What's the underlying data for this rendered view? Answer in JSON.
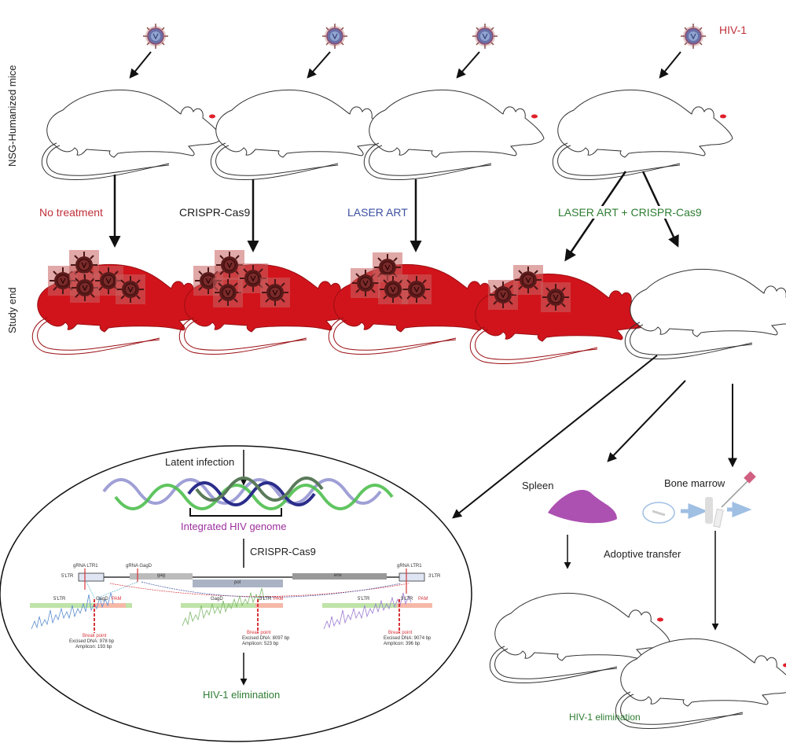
{
  "figure": {
    "row_labels": {
      "top": "NSG-Humanized mice",
      "bottom": "Study end"
    },
    "virus_label": "HIV-1",
    "groups": [
      {
        "label": "No treatment",
        "color": "#c0303a",
        "outcome": "infected",
        "virus_count": 5
      },
      {
        "label": "CRISPR-Cas9",
        "color": "#1a1a1a",
        "outcome": "infected",
        "virus_count": 5
      },
      {
        "label": "LASER ART",
        "color": "#3b4fa0",
        "outcome": "infected",
        "virus_count": 4
      },
      {
        "label": "LASER ART + CRISPR-Cas9",
        "color": "#2e7d32",
        "outcomes": [
          {
            "outcome": "infected",
            "virus_count": 3
          },
          {
            "outcome": "cleared",
            "virus_count": 0
          }
        ]
      }
    ],
    "inset": {
      "latent_label": "Latent infection",
      "genome_label": "Integrated HIV genome",
      "crispr_label": "CRISPR-Cas9",
      "result_label": "HIV-1 elimination",
      "gene_map": {
        "gRNA_left": "gRNA LTR1",
        "gRNA_gag": "gRNA GagD",
        "gRNA_right": "gRNA LTR1",
        "ltr_left": "5'LTR",
        "ltr_right": "3'LTR",
        "genes": [
          "gag",
          "pol",
          "env"
        ]
      },
      "chromatograms": [
        {
          "left_tag": "5'LTR",
          "mid_tag": "GagD",
          "pam": "PAM",
          "break": "Break point",
          "excised": "Excised DNA: 978 bp",
          "amplicon": "Amplicon: 193 bp"
        },
        {
          "left_tag": "GagD",
          "mid_tag": "3'LTR",
          "pam": "PAM",
          "break": "Break point",
          "excised": "Excised DNA: 8097 bp",
          "amplicon": "Amplicon: 523 bp"
        },
        {
          "left_tag": "5'LTR",
          "mid_tag": "3'LTR",
          "pam": "PAM",
          "break": "Break point",
          "excised": "Excised DNA: 9074 bp",
          "amplicon": "Amplicon: 396 bp"
        }
      ]
    },
    "spleen_label": "Spleen",
    "bone_marrow_label": "Bone marrow",
    "adoptive_label": "Adoptive transfer",
    "final_label": "HIV-1 elimination",
    "colors": {
      "infected": "#d1141b",
      "virus_dark": "#5a1a1a",
      "no_treatment": "#c0303a",
      "laser_art": "#3b4fa0",
      "green": "#2e7d32",
      "genome_purple": "#9b2f9b",
      "spleen": "#a33ea8"
    }
  }
}
